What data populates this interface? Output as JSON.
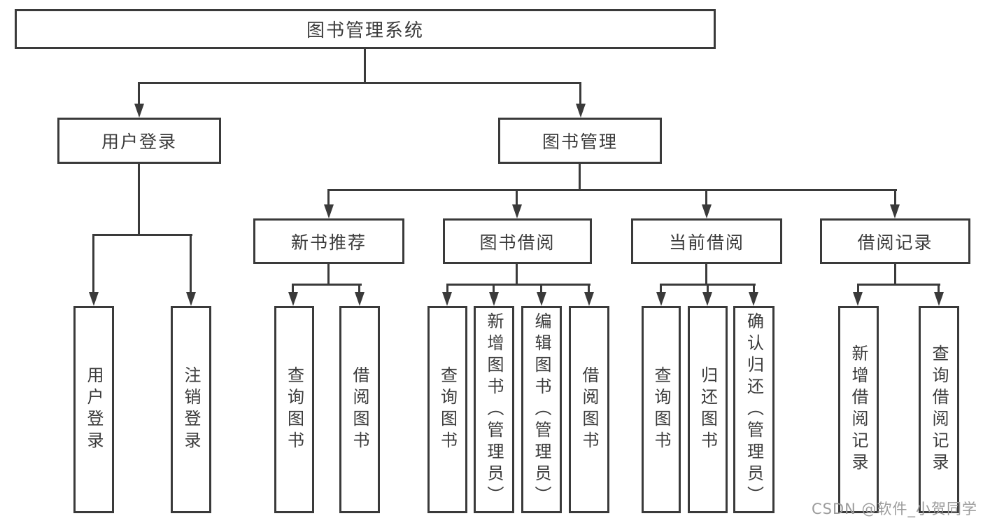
{
  "diagram_title": "图书管理系统",
  "tree": {
    "label": "图书管理系统",
    "children": [
      {
        "label": "用户登录",
        "children": [
          {
            "label": "用户登录"
          },
          {
            "label": "注销登录"
          }
        ]
      },
      {
        "label": "图书管理",
        "children": [
          {
            "label": "新书推荐",
            "children": [
              {
                "label": "查询图书"
              },
              {
                "label": "借阅图书"
              }
            ]
          },
          {
            "label": "图书借阅",
            "children": [
              {
                "label": "查询图书"
              },
              {
                "label": "新增图书（管理员）"
              },
              {
                "label": "编辑图书（管理员）"
              },
              {
                "label": "借阅图书"
              }
            ]
          },
          {
            "label": "当前借阅",
            "children": [
              {
                "label": "查询图书"
              },
              {
                "label": "归还图书"
              },
              {
                "label": "确认归还（管理员）"
              }
            ]
          },
          {
            "label": "借阅记录",
            "children": [
              {
                "label": "新增借阅记录"
              },
              {
                "label": "查询借阅记录"
              }
            ]
          }
        ]
      }
    ]
  },
  "watermark": {
    "text": "CSDN @软件_小贺同学"
  },
  "colors": {
    "line": "#3a3a3a",
    "text": "#3b3b3b",
    "background": "#ffffff",
    "watermark": "#9c9c9c"
  }
}
